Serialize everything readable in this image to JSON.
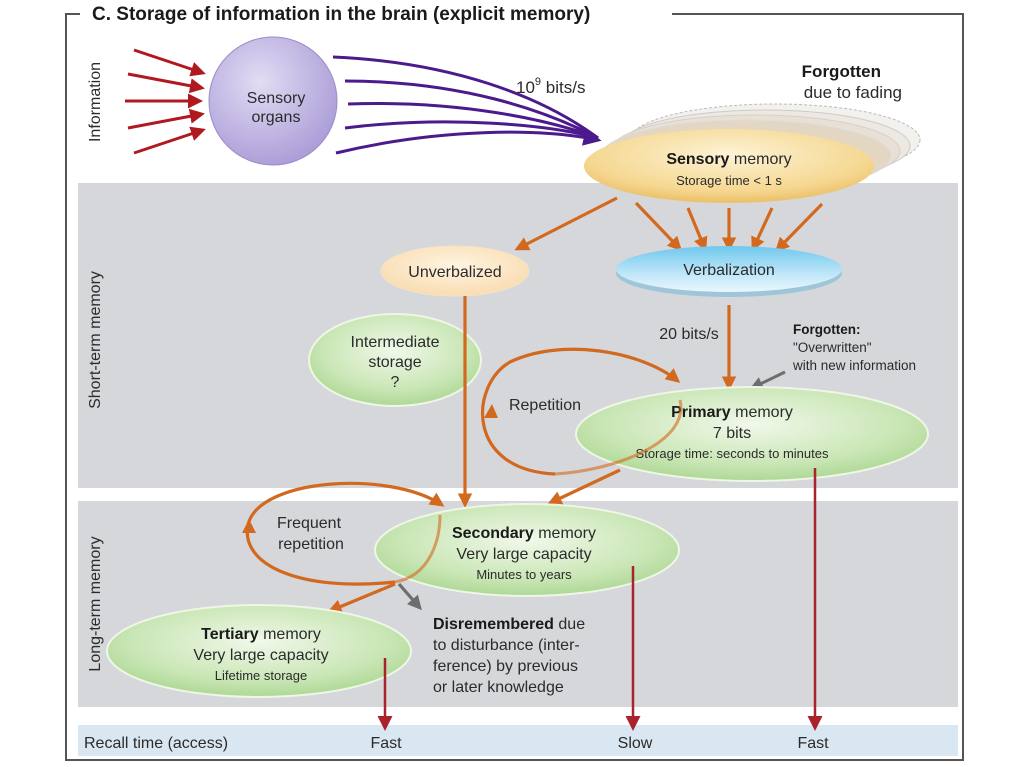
{
  "title": "C.  Storage of information in the brain (explicit memory)",
  "side_labels": {
    "information": "Information",
    "short_term": "Short-term memory",
    "long_term": "Long-term memory"
  },
  "nodes": {
    "sensory_organs": {
      "line1": "Sensory",
      "line2": "organs"
    },
    "sensory_memory": {
      "bold": "Sensory",
      "rest": " memory",
      "sub": "Storage time < 1 s"
    },
    "unverbalized": {
      "label": "Unverbalized"
    },
    "verbalization": {
      "label": "Verbalization"
    },
    "intermediate": {
      "line1": "Intermediate",
      "line2": "storage",
      "line3": "?"
    },
    "primary": {
      "bold": "Primary",
      "rest": " memory",
      "line2": "7 bits",
      "sub": "Storage time: seconds to minutes"
    },
    "secondary": {
      "bold": "Secondary",
      "rest": " memory",
      "line2": "Very large capacity",
      "sub": "Minutes to years"
    },
    "tertiary": {
      "bold": "Tertiary",
      "rest": " memory",
      "line2": "Very large capacity",
      "sub": "Lifetime storage"
    }
  },
  "annotations": {
    "rate_in": {
      "base": "10",
      "sup": "9",
      "unit": " bits/s"
    },
    "rate_verbal": "20 bits/s",
    "forgotten_fading": {
      "bold": "Forgotten",
      "rest": "due to fading"
    },
    "forgotten_overwritten": {
      "bold": "Forgotten:",
      "line2": "\"Overwritten\"",
      "line3": "with new information"
    },
    "repetition": "Repetition",
    "frequent_repetition": {
      "line1": "Frequent",
      "line2": "repetition"
    },
    "disremembered": {
      "bold": "Disremembered",
      "rest": " due",
      "line2": "to disturbance (inter-",
      "line3": "ference) by previous",
      "line4": "or later knowledge"
    }
  },
  "recall": {
    "label": "Recall time (access)",
    "tertiary": "Fast",
    "secondary": "Slow",
    "primary": "Fast"
  },
  "colors": {
    "input_arrow": "#b0191f",
    "sensory_arrow": "#4b1a8c",
    "flow_arrow": "#d2691e",
    "recall_arrow": "#a8232b",
    "forget_arrow": "#6e6e6e",
    "band_gray": "#d5d7da",
    "recall_band": "#d9e7f2"
  }
}
